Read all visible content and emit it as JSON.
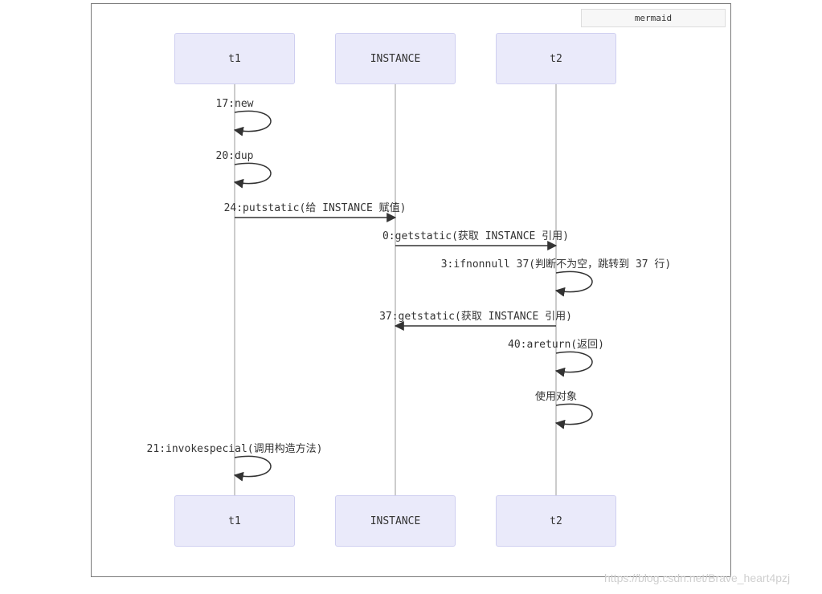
{
  "tag": "mermaid",
  "actors": [
    {
      "id": "t1",
      "label": "t1"
    },
    {
      "id": "instance",
      "label": "INSTANCE"
    },
    {
      "id": "t2",
      "label": "t2"
    }
  ],
  "messages": [
    {
      "from": "t1",
      "to": "t1",
      "label": "17:new"
    },
    {
      "from": "t1",
      "to": "t1",
      "label": "20:dup"
    },
    {
      "from": "t1",
      "to": "instance",
      "label": "24:putstatic(给 INSTANCE 赋值)"
    },
    {
      "from": "instance",
      "to": "t2",
      "label": "0:getstatic(获取 INSTANCE 引用)"
    },
    {
      "from": "t2",
      "to": "t2",
      "label": "3:ifnonnull 37(判断不为空，跳转到 37 行)"
    },
    {
      "from": "t2",
      "to": "instance",
      "label": "37:getstatic(获取 INSTANCE 引用)"
    },
    {
      "from": "t2",
      "to": "t2",
      "label": "40:areturn(返回)"
    },
    {
      "from": "t2",
      "to": "t2",
      "label": "使用对象"
    },
    {
      "from": "t1",
      "to": "t1",
      "label": "21:invokespecial(调用构造方法)"
    }
  ],
  "watermark": "https://blog.csdn.net/Brave_heart4pzj",
  "colors": {
    "actor_fill": "#eaeafa",
    "actor_border": "#cfcff0",
    "lifeline": "#999999",
    "arrow": "#333333"
  }
}
